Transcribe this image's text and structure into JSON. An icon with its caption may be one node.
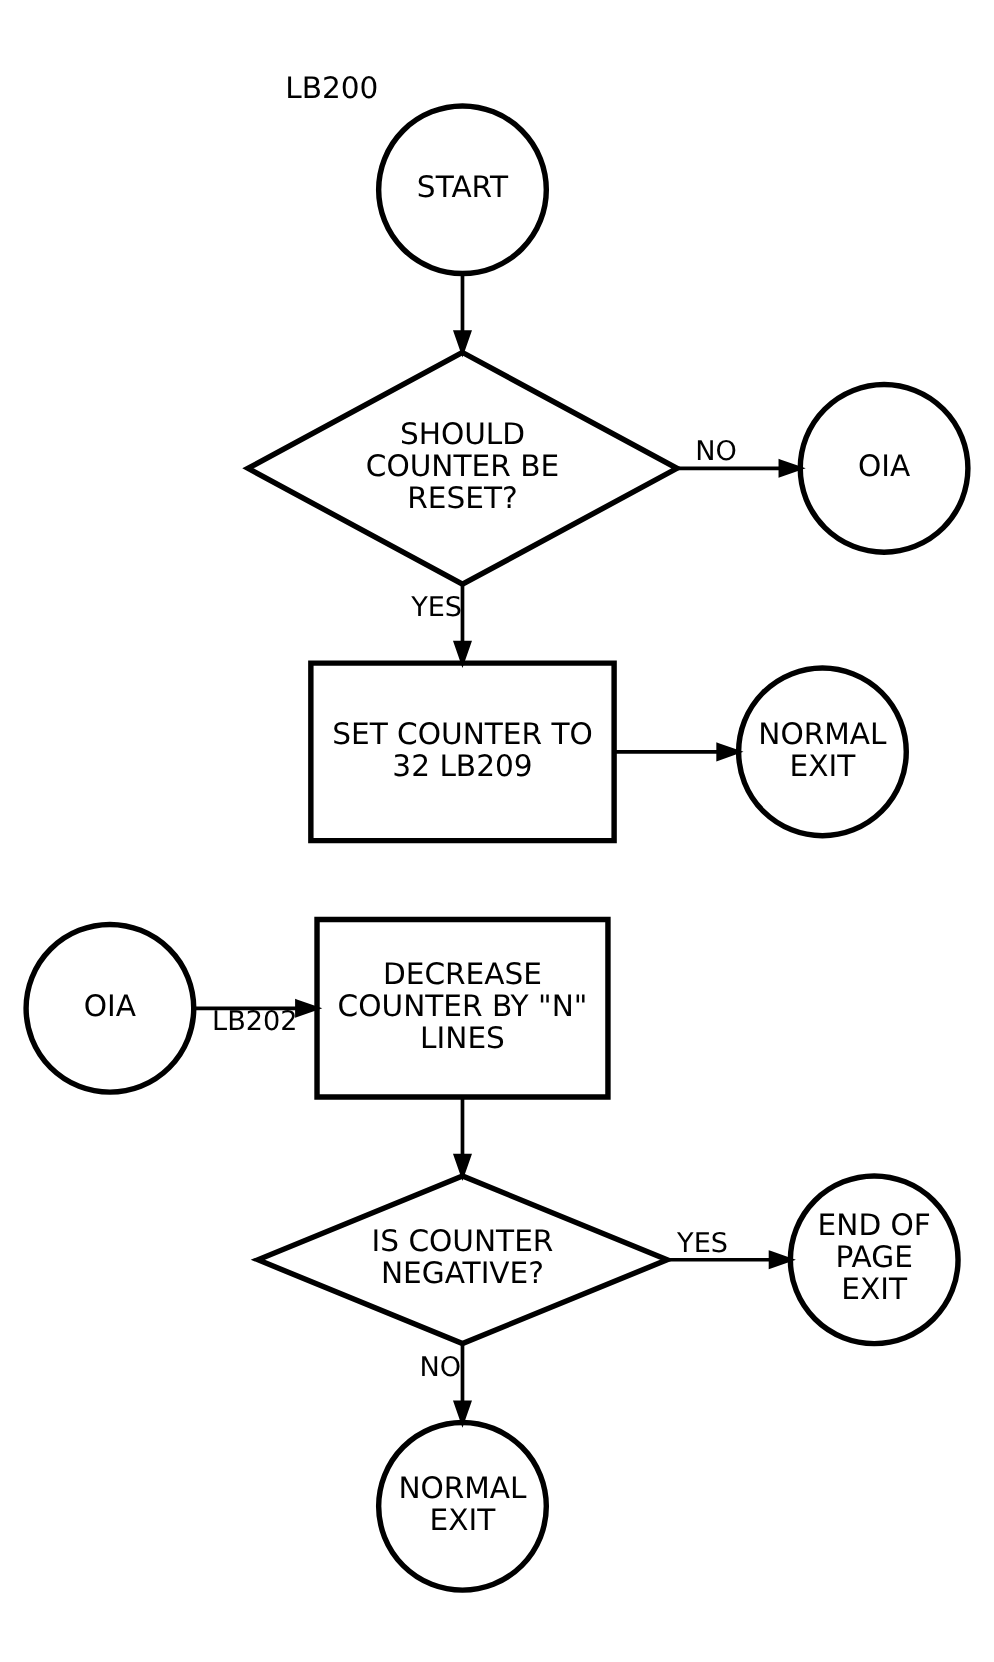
{
  "diagram": {
    "nodes": [
      {
        "text": [
          "START"
        ],
        "beside": [
          "LB200"
        ]
      },
      {
        "text": [
          "SHOULD COUNTER BE RESET?"
        ]
      },
      {
        "text": [
          "OIA"
        ]
      },
      {
        "text": [
          "SET COUNTER TO 32 LB209"
        ]
      },
      {
        "text": [
          "NORMAL EXIT"
        ]
      },
      {
        "text": [
          "OIA"
        ]
      },
      {
        "text": [
          "DECREASE COUNTER BY \"N\" LINES"
        ]
      },
      {
        "text": [
          "IS COUNTER NEGATIVE?"
        ]
      },
      {
        "text": [
          "END OF PAGE EXIT"
        ]
      },
      {
        "text": [
          "NORMAL EXIT"
        ]
      }
    ],
    "edges": [
      {
        "from": 0,
        "to": 1,
        "arrow": "to"
      },
      {
        "from": 1,
        "to": 2,
        "arrow": "to",
        "label": "NO"
      },
      {
        "from": 1,
        "to": 3,
        "arrow": "to",
        "label": "YES"
      },
      {
        "from": 3,
        "to": 4,
        "arrow": "to"
      },
      {
        "from": 5,
        "to": 6,
        "arrow": "to",
        "label": "LB202"
      },
      {
        "from": 6,
        "to": 7,
        "arrow": "to"
      },
      {
        "from": 7,
        "to": 8,
        "arrow": "to",
        "label": "YES"
      },
      {
        "from": 7,
        "to": 9,
        "arrow": "to",
        "label": "NO"
      }
    ]
  }
}
